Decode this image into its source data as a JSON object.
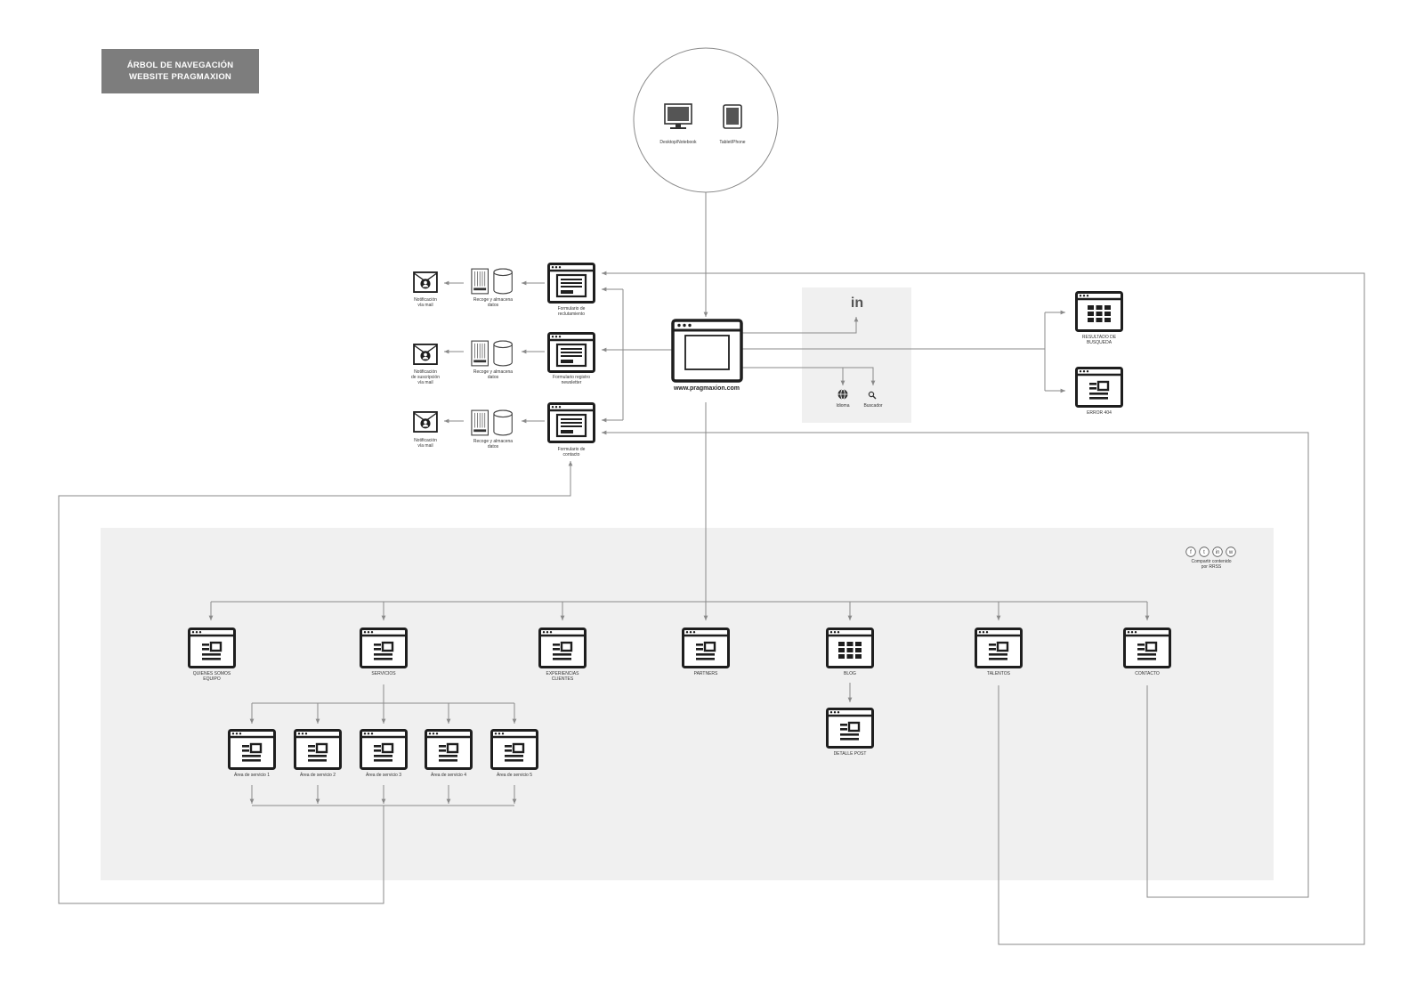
{
  "header": {
    "title_line1": "ÁRBOL DE NAVEGACIÓN",
    "title_line2": "WEBSITE PRAGMAXION"
  },
  "devices": {
    "desktop": "Desktop/Notebook",
    "tablet": "Tablet/Phone"
  },
  "main_site": "www.pragmaxion.com",
  "utilities": {
    "linkedin": "in",
    "idioma": "Idioma",
    "buscador": "Buscador"
  },
  "side_pages": {
    "resultado": "RESULTADO DE\nBUSQUEDA",
    "error": "ERROR 404"
  },
  "forms": [
    {
      "form": "Formulario de\nreclutamiento",
      "store": "Recoge y almacena\ndatos",
      "notify": "Notificación\nvía mail"
    },
    {
      "form": "Formulario registro\nnewsletter",
      "store": "Recoge y almacena\ndatos",
      "notify": "Notificación\nde suscripción\nvía mail"
    },
    {
      "form": "Formulario de\ncontacto",
      "store": "Recoge y almacena\ndatos",
      "notify": "Notificación\nvía mail"
    }
  ],
  "share": "Compartir contenido\npor RRSS",
  "sections": [
    "QUIENES SOMOS\nEQUIPO",
    "SERVICIOS",
    "EXPERIENCIAS\nCLIENTES",
    "PARTNERS",
    "BLOG",
    "TALENTOS",
    "CONTACTO"
  ],
  "blog_child": "DETALLE POST",
  "service_areas": [
    "Área de servicio 1",
    "Área de servicio 2",
    "Área de servicio 3",
    "Área de servicio 4",
    "Área de servicio 5"
  ],
  "colors": {
    "line": "#8a8a8a",
    "icon": "#1e1e1e",
    "panel": "#f0f0f0",
    "title_bg": "#7d7d7d"
  }
}
